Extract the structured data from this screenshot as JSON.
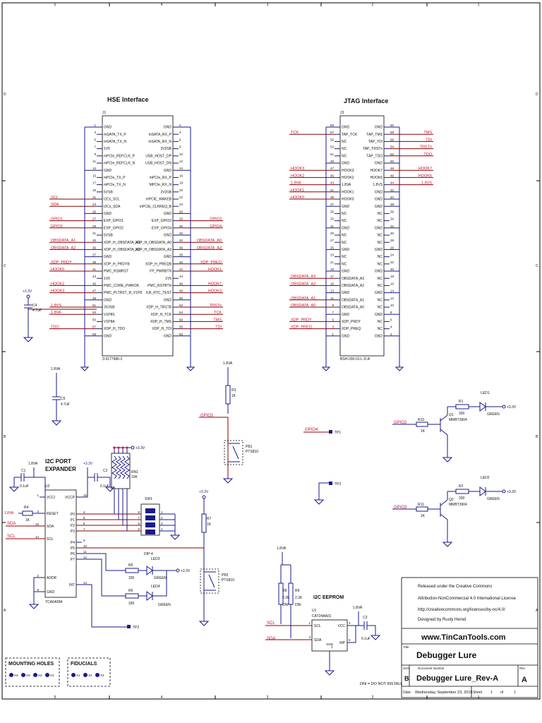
{
  "frame": {
    "columns": [
      "5",
      "4",
      "3",
      "2",
      "1"
    ],
    "rows": [
      "D",
      "C",
      "B",
      "A"
    ]
  },
  "hse": {
    "title": "HSE Interface",
    "ref": "J1",
    "part": "3-5177986-2",
    "left_pins": [
      {
        "n": "1",
        "name": "GND"
      },
      {
        "n": "3",
        "name": "mSATA_TX_P"
      },
      {
        "n": "5",
        "name": "mSATA_TX_N"
      },
      {
        "n": "7",
        "name": "1V5"
      },
      {
        "n": "9",
        "name": "mPCIe_REFCLK_P"
      },
      {
        "n": "11",
        "name": "mPCIe_REFCLK_N"
      },
      {
        "n": "13",
        "name": "GND"
      },
      {
        "n": "15",
        "name": "mPCIe_TX_P"
      },
      {
        "n": "17",
        "name": "mPCIe_TX_N"
      },
      {
        "n": "19",
        "name": "5VSB"
      },
      {
        "n": "21",
        "name": "I2Cs_SCL"
      },
      {
        "n": "23",
        "name": "I2Cs_SDA"
      },
      {
        "n": "25",
        "name": "GND"
      },
      {
        "n": "27",
        "name": "EXP_GPIO1"
      },
      {
        "n": "29",
        "name": "EXP_GPIO2"
      },
      {
        "n": "31",
        "name": "5VSB"
      },
      {
        "n": "33",
        "name": "XDP_H_OBSDATA_A1"
      },
      {
        "n": "35",
        "name": "XDP_H_OBSDATA_A2"
      },
      {
        "n": "37",
        "name": "GND"
      },
      {
        "n": "39",
        "name": "XDP_H_PRDYB"
      },
      {
        "n": "41",
        "name": "PMC_RSMRST"
      },
      {
        "n": "43",
        "name": "1V5"
      },
      {
        "n": "45",
        "name": "PMC_CORE_PWROK"
      },
      {
        "n": "47",
        "name": "PMC_PLTRST_R_V1P8"
      },
      {
        "n": "49",
        "name": "GND"
      },
      {
        "n": "51",
        "name": "3V3SB"
      },
      {
        "n": "53",
        "name": "V1P8S"
      },
      {
        "n": "55",
        "name": "V1P8A"
      },
      {
        "n": "57",
        "name": "XDP_H_TDO"
      },
      {
        "n": "59",
        "name": "GND"
      }
    ],
    "right_pins": [
      {
        "n": "2",
        "name": "GND"
      },
      {
        "n": "4",
        "name": "mSATA_RX_P"
      },
      {
        "n": "6",
        "name": "mSATA_RX_N"
      },
      {
        "n": "8",
        "name": "3V3SB"
      },
      {
        "n": "10",
        "name": "USB_HOST_DP"
      },
      {
        "n": "12",
        "name": "USB_HOST_DN"
      },
      {
        "n": "14",
        "name": "GND"
      },
      {
        "n": "16",
        "name": "mPCIe_RX_P"
      },
      {
        "n": "18",
        "name": "MPCIe_RX_N"
      },
      {
        "n": "20",
        "name": "3V3SB"
      },
      {
        "n": "22",
        "name": "mPCIE_WAKEB"
      },
      {
        "n": "24",
        "name": "mPCIE_CLKREQ_B"
      },
      {
        "n": "26",
        "name": "GND"
      },
      {
        "n": "28",
        "name": "EXP_GPIO3"
      },
      {
        "n": "30",
        "name": "EXP_GPIO4"
      },
      {
        "n": "32",
        "name": "GND"
      },
      {
        "n": "34",
        "name": "XDP_H_OBSDATA_A0"
      },
      {
        "n": "36",
        "name": "XDP_H_OBSDATA_A3"
      },
      {
        "n": "38",
        "name": "GND"
      },
      {
        "n": "40",
        "name": "XDP_H_PREQB"
      },
      {
        "n": "42",
        "name": "FP_PWRBTN"
      },
      {
        "n": "44",
        "name": "1V5"
      },
      {
        "n": "46",
        "name": "PMC_RSTBTN"
      },
      {
        "n": "48",
        "name": "ILB_RTC_TEST"
      },
      {
        "n": "50",
        "name": "GND"
      },
      {
        "n": "52",
        "name": "XDP_H_TRSTB"
      },
      {
        "n": "54",
        "name": "XDP_H_TCK"
      },
      {
        "n": "56",
        "name": "XDP_H_TMS"
      },
      {
        "n": "58",
        "name": "XDP_H_TDI"
      },
      {
        "n": "60",
        "name": "GND"
      }
    ],
    "left_nets": [
      {
        "pin": "21",
        "name": "SCL"
      },
      {
        "pin": "23",
        "name": "SDA"
      },
      {
        "pin": "27",
        "name": "GPIO1"
      },
      {
        "pin": "29",
        "name": "GPIO2"
      },
      {
        "pin": "33",
        "name": "OBSDATA_A1"
      },
      {
        "pin": "35",
        "name": "OBSDATA_A2"
      },
      {
        "pin": "39",
        "name": "XDP_PRDY"
      },
      {
        "pin": "41",
        "name": "HOOK0"
      },
      {
        "pin": "45",
        "name": "HOOK2"
      },
      {
        "pin": "47",
        "name": "HOOK3"
      },
      {
        "pin": "51",
        "name": "1.8VS"
      },
      {
        "pin": "53",
        "name": "1.8VA"
      },
      {
        "pin": "57",
        "name": "TDO"
      }
    ],
    "right_nets": [
      {
        "pin": "28",
        "name": "GPIO3"
      },
      {
        "pin": "30",
        "name": "GPIO4"
      },
      {
        "pin": "34",
        "name": "OBSDATA_A0"
      },
      {
        "pin": "36",
        "name": "OBSDATA_A3"
      },
      {
        "pin": "40",
        "name": "XDP_PREQ"
      },
      {
        "pin": "42",
        "name": "HOOK1"
      },
      {
        "pin": "46",
        "name": "HOOK7"
      },
      {
        "pin": "48",
        "name": "HOOK3"
      },
      {
        "pin": "52",
        "name": "TRSTn"
      },
      {
        "pin": "54",
        "name": "TCK"
      },
      {
        "pin": "56",
        "name": "TMS"
      },
      {
        "pin": "58",
        "name": "TDI"
      }
    ],
    "supply": "+3.3V",
    "cap": {
      "ref": "C4",
      "value": "4.7uF"
    }
  },
  "jtag": {
    "title": "JTAG Interface",
    "ref": "J3",
    "part": "BSH-030-01-L-D-A",
    "left_pins": [
      {
        "n": "59",
        "name": "GND"
      },
      {
        "n": "57",
        "name": "TAP_TCK"
      },
      {
        "n": "55",
        "name": "NC"
      },
      {
        "n": "53",
        "name": "NC"
      },
      {
        "n": "51",
        "name": "NC"
      },
      {
        "n": "49",
        "name": "GND"
      },
      {
        "n": "47",
        "name": "HOOK3"
      },
      {
        "n": "45",
        "name": "HOOK2"
      },
      {
        "n": "43",
        "name": "1.8VA"
      },
      {
        "n": "41",
        "name": "HOOK1"
      },
      {
        "n": "39",
        "name": "HOOK0"
      },
      {
        "n": "37",
        "name": "GND"
      },
      {
        "n": "35",
        "name": "NC"
      },
      {
        "n": "33",
        "name": "NC"
      },
      {
        "n": "31",
        "name": "GND"
      },
      {
        "n": "29",
        "name": "NC"
      },
      {
        "n": "27",
        "name": "NC"
      },
      {
        "n": "25",
        "name": "GND"
      },
      {
        "n": "23",
        "name": "NC"
      },
      {
        "n": "21",
        "name": "NC"
      },
      {
        "n": "19",
        "name": "GND"
      },
      {
        "n": "17",
        "name": "OBSDATA_A3"
      },
      {
        "n": "15",
        "name": "OBSDATA_A2"
      },
      {
        "n": "13",
        "name": "GND"
      },
      {
        "n": "11",
        "name": "OBSDATA_A1"
      },
      {
        "n": "9",
        "name": "OBSDATA_A0"
      },
      {
        "n": "7",
        "name": "GND"
      },
      {
        "n": "5",
        "name": "XDP_PRDY"
      },
      {
        "n": "3",
        "name": "XDP_PREQ"
      },
      {
        "n": "1",
        "name": "GND"
      }
    ],
    "right_pins": [
      {
        "n": "60",
        "name": "GND"
      },
      {
        "n": "58",
        "name": "TAP_TMS"
      },
      {
        "n": "56",
        "name": "TAP_TDI"
      },
      {
        "n": "54",
        "name": "TAP_TRSTn"
      },
      {
        "n": "52",
        "name": "TAP_TDO"
      },
      {
        "n": "50",
        "name": "GND"
      },
      {
        "n": "48",
        "name": "HOOK7"
      },
      {
        "n": "46",
        "name": "HOOK6"
      },
      {
        "n": "44",
        "name": "1.8VS"
      },
      {
        "n": "42",
        "name": "GND"
      },
      {
        "n": "40",
        "name": "GND"
      },
      {
        "n": "38",
        "name": "GND"
      },
      {
        "n": "36",
        "name": "NC"
      },
      {
        "n": "34",
        "name": "NC"
      },
      {
        "n": "32",
        "name": "GND"
      },
      {
        "n": "30",
        "name": "NC"
      },
      {
        "n": "28",
        "name": "NC"
      },
      {
        "n": "26",
        "name": "GND"
      },
      {
        "n": "24",
        "name": "NC"
      },
      {
        "n": "22",
        "name": "NC"
      },
      {
        "n": "20",
        "name": "GND"
      },
      {
        "n": "18",
        "name": "NC"
      },
      {
        "n": "16",
        "name": "NC"
      },
      {
        "n": "14",
        "name": "GND"
      },
      {
        "n": "12",
        "name": "NC"
      },
      {
        "n": "10",
        "name": "NC"
      },
      {
        "n": "8",
        "name": "GND"
      },
      {
        "n": "6",
        "name": "NC"
      },
      {
        "n": "4",
        "name": "NC"
      },
      {
        "n": "2",
        "name": "GND"
      }
    ],
    "left_nets": [
      {
        "pin": "57",
        "name": "TCK"
      },
      {
        "pin": "47",
        "name": "HOOK3"
      },
      {
        "pin": "45",
        "name": "HOOK2"
      },
      {
        "pin": "43",
        "name": "1.8VA"
      },
      {
        "pin": "41",
        "name": "HOOK1"
      },
      {
        "pin": "39",
        "name": "HOOK0"
      },
      {
        "pin": "17",
        "name": "OBSDATA_A3"
      },
      {
        "pin": "15",
        "name": "OBSDATA_A2"
      },
      {
        "pin": "11",
        "name": "OBSDATA_A1"
      },
      {
        "pin": "9",
        "name": "OBSDATA_A0"
      },
      {
        "pin": "5",
        "name": "XDP_PRDY"
      },
      {
        "pin": "3",
        "name": "XDP_PREQ"
      }
    ],
    "right_nets": [
      {
        "pin": "58",
        "name": "TMS"
      },
      {
        "pin": "56",
        "name": "TDI"
      },
      {
        "pin": "54",
        "name": "TRSTn"
      },
      {
        "pin": "52",
        "name": "TDO"
      },
      {
        "pin": "48",
        "name": "HOOK7"
      },
      {
        "pin": "46",
        "name": "HOOK6"
      },
      {
        "pin": "44",
        "name": "1.8VS"
      }
    ]
  },
  "c5": {
    "ref": "C5",
    "value": "4.7uF",
    "supply": "1.8VA"
  },
  "pb1_block": {
    "supply": "1.8VA",
    "r_ref": "R3",
    "r_val": "1K",
    "net": "GPIO1",
    "pb_ref": "PB1",
    "pb_part": "PTS810"
  },
  "tp1": {
    "net": "GPIO4",
    "ref": "TP1"
  },
  "tp3": {
    "ref": "TP3"
  },
  "led1_block": {
    "net": "GPIO2",
    "rb_ref": "R10",
    "rb_val": "1K",
    "q_ref": "Q1",
    "q_part": "MMBT3904",
    "r_ref": "R1",
    "r_val": "330",
    "led_ref": "LED1",
    "led_color": "GREEN",
    "supply": "+3.3V"
  },
  "led2_block": {
    "net": "GPIO3",
    "rb_ref": "R11",
    "rb_val": "1K",
    "q_ref": "Q2",
    "q_part": "MMBT3904",
    "r_ref": "R2",
    "r_val": "330",
    "led_ref": "LED2",
    "led_color": "GREEN",
    "supply": "+3.3V"
  },
  "expander": {
    "title1": "I2C PORT",
    "title2": "EXPANDER",
    "ref": "U2",
    "part": "TCA6408A",
    "left_pins": [
      {
        "n": "1",
        "name": "VCCI"
      },
      {
        "n": "3",
        "name": "RESET"
      },
      {
        "n": "15",
        "name": "SDA"
      },
      {
        "n": "14",
        "name": "SCL"
      },
      {
        "n": "2",
        "name": "ADDR"
      },
      {
        "n": "8",
        "name": "GND"
      }
    ],
    "right_pins": [
      {
        "n": "16",
        "name": "VCCP"
      },
      {
        "n": "4",
        "name": "P0"
      },
      {
        "n": "5",
        "name": "P1"
      },
      {
        "n": "6",
        "name": "P2"
      },
      {
        "n": "7",
        "name": "P3"
      },
      {
        "n": "9",
        "name": "P4"
      },
      {
        "n": "10",
        "name": "P5"
      },
      {
        "n": "11",
        "name": "P6"
      },
      {
        "n": "12",
        "name": "P7"
      },
      {
        "n": "13",
        "name": "INT"
      }
    ],
    "vcc_label": "1.8VA",
    "c1": {
      "ref": "C1",
      "value": "0.1uF"
    },
    "c2": {
      "ref": "C2",
      "value": "0.1uF"
    },
    "r4": {
      "ref": "R4",
      "value": "1K",
      "net": "1.8VA"
    },
    "sda": "SDA",
    "scl": "SCL",
    "supply": "+3.3V"
  },
  "rn1": {
    "ref": "RN1",
    "value": "10K",
    "supply": "+3.3V"
  },
  "sw1": {
    "ref": "SW1",
    "pins": [
      "8",
      "7",
      "6",
      "5",
      "1",
      "2",
      "3",
      "4"
    ]
  },
  "pb2_block": {
    "supply": "+3.3V",
    "r_ref": "R7",
    "r_val": "1K",
    "pb_ref": "PB2",
    "pb_part": "PTS810"
  },
  "led3": {
    "ref": "LED3",
    "part": "DIP-4",
    "r_ref": "R5",
    "r_val": "330",
    "color": "GREEN",
    "supply": "+3.3V"
  },
  "led4": {
    "ref": "LED4",
    "r_ref": "R6",
    "r_val": "330",
    "color": "GREEN"
  },
  "tp2": {
    "ref": "TP2"
  },
  "eeprom": {
    "title": "I2C EEPROM",
    "ref": "U1",
    "part": "CAT24AA01",
    "supply": "1.8VA",
    "pins": [
      {
        "n": "1",
        "name": "SCL"
      },
      {
        "n": "3",
        "name": "SDA"
      },
      {
        "n": "4",
        "name": "VCC"
      },
      {
        "n": "5",
        "name": "WP"
      },
      {
        "n": "2",
        "name": "GND"
      }
    ],
    "r8": {
      "ref": "R8",
      "value": "2.2K",
      "note": "DNI"
    },
    "r9": {
      "ref": "R9",
      "value": "2.2K",
      "note": "DNI"
    },
    "c3": {
      "ref": "C3",
      "value": "0.1uF"
    },
    "scl": "SCL",
    "sda": "SDA"
  },
  "mounting": {
    "title": "MOUNTING HOLES",
    "items": [
      "H4",
      "H3",
      "H2",
      "H1"
    ]
  },
  "fiducials": {
    "title": "FIDUCIALS",
    "items": [
      "X1",
      "X2",
      "X3"
    ]
  },
  "dni_note": "DNI = DO NOT INSTALL",
  "title_block": {
    "license_lines": [
      "Released under the Creative Commons",
      "Attribution-NonCommercial 4.0 International License",
      "http://creativecommons.org/licenses/by-nc/4.0/",
      "Designed by Rusty Herod"
    ],
    "website": "www.TinCanTools.com",
    "title_label": "Title",
    "title": "Debugger Lure",
    "size_label": "Size",
    "size": "B",
    "docnum_label": "Document Number",
    "docnum": "Debugger Lure_Rev-A",
    "rev_label": "Rev",
    "rev": "A",
    "date_label": "Date:",
    "date": "Wednesday, September 23, 2015",
    "sheet_label": "Sheet",
    "sheet": "1",
    "of_label": "of",
    "of": "1"
  }
}
